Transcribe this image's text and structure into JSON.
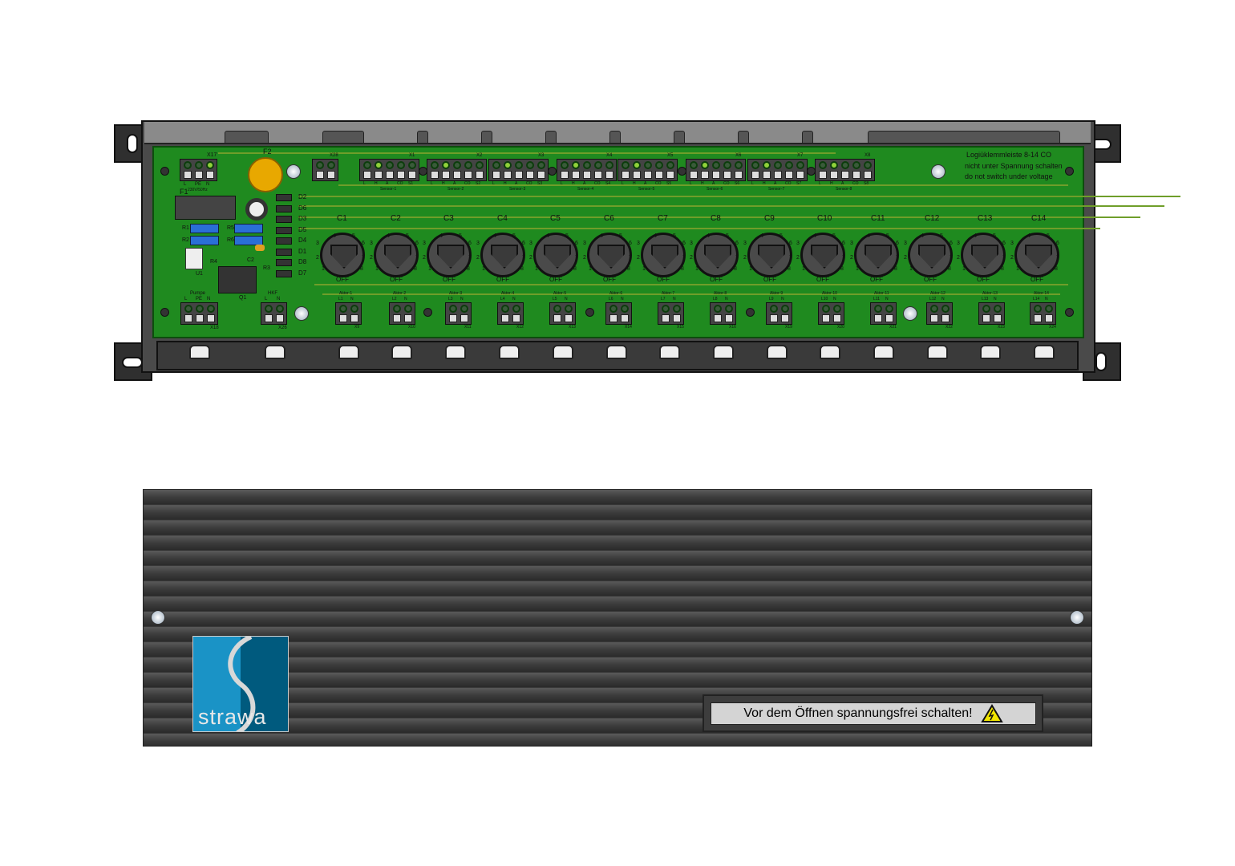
{
  "pcb": {
    "notice": [
      "Logiüklemmleiste 8-14 CO",
      "nicht unter Spannung schalten",
      "do not switch under voltage"
    ],
    "fuse_f1": "F1",
    "fuse_f2": "F2",
    "power_connector": {
      "id": "X17",
      "pins": [
        "L",
        "PE",
        "N"
      ],
      "caption": "230V/50Hz"
    },
    "pump_connector": {
      "id": "X18",
      "title": "Pumpe",
      "pins": [
        "L",
        "PE",
        "N"
      ]
    },
    "hkf_connector": {
      "id": "X26",
      "title": "HKF",
      "pins": [
        "L",
        "N"
      ]
    },
    "x28_connector": {
      "id": "X28"
    },
    "components": [
      "U1",
      "R1",
      "R2",
      "R3",
      "R4",
      "R5",
      "R6",
      "C2",
      "Q1"
    ],
    "diodes": [
      "D2",
      "D6",
      "D3",
      "D5",
      "D4",
      "D1",
      "D8",
      "D7"
    ],
    "sensors": [
      {
        "id": "X1",
        "name": "Sensor-1",
        "pins": [
          "L",
          "H",
          "A",
          "CO",
          "S1"
        ]
      },
      {
        "id": "X2",
        "name": "Sensor-2",
        "pins": [
          "L",
          "H",
          "A",
          "CO",
          "S2"
        ]
      },
      {
        "id": "X3",
        "name": "Sensor-3",
        "pins": [
          "L",
          "H",
          "A",
          "CO",
          "S3"
        ]
      },
      {
        "id": "X4",
        "name": "Sensor-4",
        "pins": [
          "L",
          "H",
          "A",
          "CO",
          "S4"
        ]
      },
      {
        "id": "X5",
        "name": "Sensor-5",
        "pins": [
          "L",
          "H",
          "A",
          "CO",
          "S5"
        ]
      },
      {
        "id": "X6",
        "name": "Sensor-6",
        "pins": [
          "L",
          "H",
          "A",
          "CO",
          "S6"
        ]
      },
      {
        "id": "X7",
        "name": "Sensor-7",
        "pins": [
          "L",
          "H",
          "A",
          "CO",
          "S7"
        ]
      },
      {
        "id": "X8",
        "name": "Sensor-8",
        "pins": [
          "L",
          "H",
          "A",
          "CO",
          "S8"
        ]
      }
    ],
    "dials": [
      "C1",
      "C2",
      "C3",
      "C4",
      "C5",
      "C6",
      "C7",
      "C8",
      "C9",
      "C10",
      "C11",
      "C12",
      "C13",
      "C14"
    ],
    "dial_off": "OFF",
    "dial_positions": [
      "1",
      "2",
      "3",
      "4",
      "5",
      "6",
      "7",
      "8"
    ],
    "actors": [
      {
        "id": "X9",
        "name": "Aktor-1",
        "pins": [
          "L1",
          "N"
        ]
      },
      {
        "id": "X10",
        "name": "Aktor-2",
        "pins": [
          "L2",
          "N"
        ]
      },
      {
        "id": "X11",
        "name": "Aktor-3",
        "pins": [
          "L3",
          "N"
        ]
      },
      {
        "id": "X12",
        "name": "Aktor-4",
        "pins": [
          "L4",
          "N"
        ]
      },
      {
        "id": "X13",
        "name": "Aktor-5",
        "pins": [
          "L5",
          "N"
        ]
      },
      {
        "id": "X14",
        "name": "Aktor-6",
        "pins": [
          "L6",
          "N"
        ]
      },
      {
        "id": "X15",
        "name": "Aktor-7",
        "pins": [
          "L7",
          "N"
        ]
      },
      {
        "id": "X16",
        "name": "Aktor-8",
        "pins": [
          "L8",
          "N"
        ]
      },
      {
        "id": "X19",
        "name": "Aktor-9",
        "pins": [
          "L9",
          "N"
        ]
      },
      {
        "id": "X20",
        "name": "Aktor-10",
        "pins": [
          "L10",
          "N"
        ]
      },
      {
        "id": "X21",
        "name": "Aktor-11",
        "pins": [
          "L11",
          "N"
        ]
      },
      {
        "id": "X22",
        "name": "Aktor-12",
        "pins": [
          "L12",
          "N"
        ]
      },
      {
        "id": "X23",
        "name": "Aktor-13",
        "pins": [
          "L13",
          "N"
        ]
      },
      {
        "id": "X24",
        "name": "Aktor-14",
        "pins": [
          "L14",
          "N"
        ]
      }
    ]
  },
  "cover": {
    "logo_text": "strawa",
    "warning_label": "Vor dem Öffnen spannungsfrei schalten!",
    "warning_icon": "high-voltage-warning-icon",
    "colors": {
      "logo_light": "#1a93c6",
      "logo_dark": "#005a7e",
      "warning": "#f2e600"
    }
  }
}
